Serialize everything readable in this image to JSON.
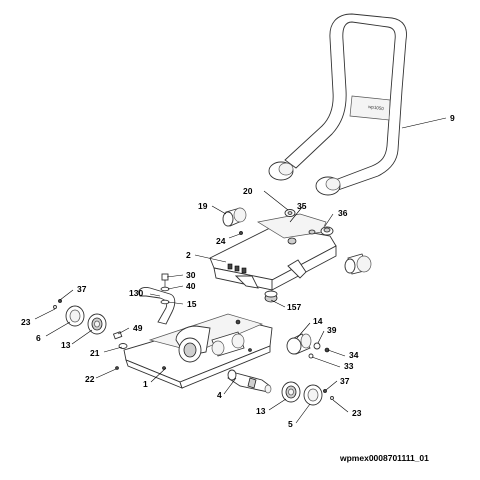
{
  "drawing_id": "wpmex0008701111_01",
  "handle_label": "wp1050",
  "callouts": [
    "9",
    "20",
    "19",
    "35",
    "36",
    "24",
    "2",
    "30",
    "40",
    "130",
    "15",
    "157",
    "37",
    "23",
    "6",
    "13",
    "49",
    "21",
    "22",
    "1",
    "14",
    "39",
    "34",
    "33",
    "4",
    "13",
    "5",
    "37",
    "23"
  ]
}
